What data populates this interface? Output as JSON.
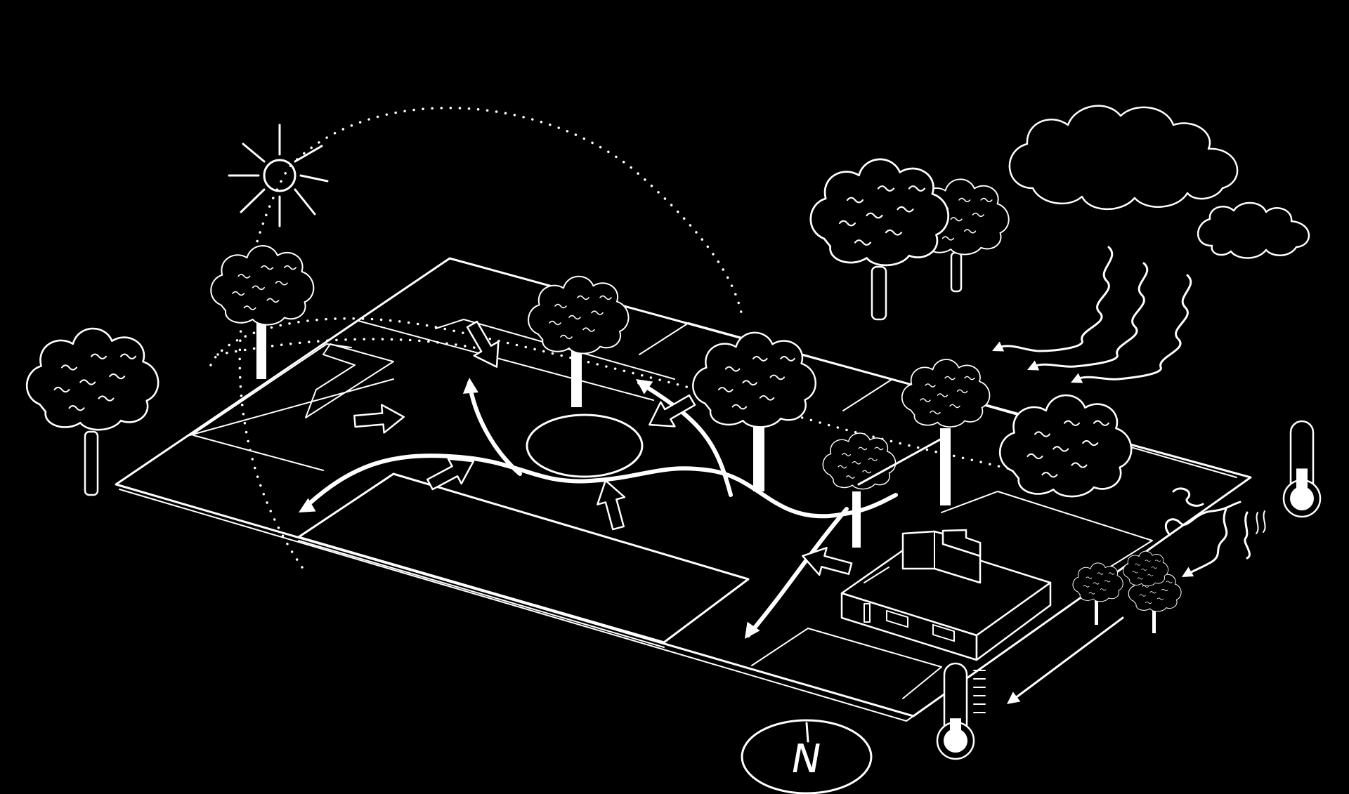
{
  "diagram": {
    "type": "isometric-site-climate-analysis",
    "colors": {
      "background": "#000000",
      "line": "#ffffff"
    },
    "icons": [
      "sun-icon",
      "tree-icon",
      "cloud-icon",
      "rain-icon",
      "wind-icon",
      "thermometer-icon",
      "house-icon",
      "compass-icon",
      "arrow-icon"
    ],
    "compass": {
      "letter": "N"
    },
    "thermometers": [
      {
        "level": 0.45
      },
      {
        "level": 0.35
      }
    ]
  }
}
